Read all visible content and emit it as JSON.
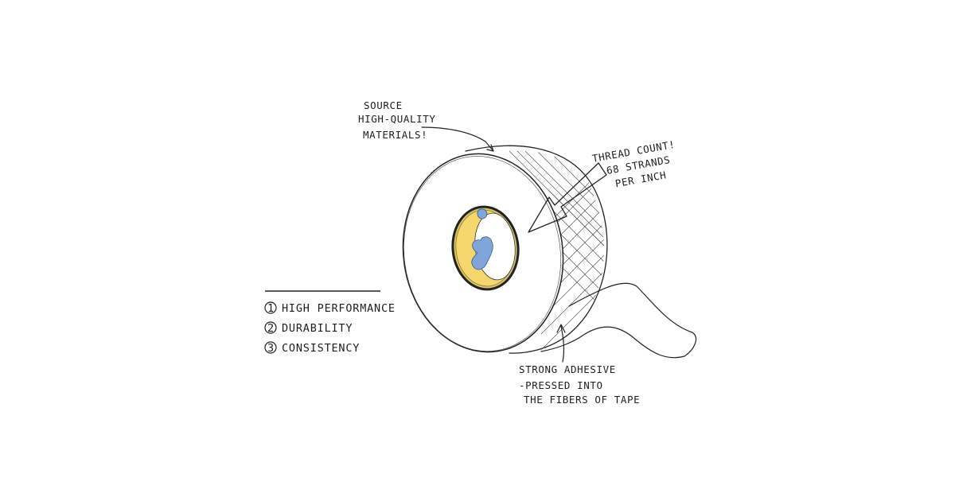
{
  "callouts": {
    "materials": [
      "SOURCE",
      "HIGH-QUALITY",
      "MATERIALS!"
    ],
    "thread_count": [
      "THREAD COUNT!",
      "68 STRANDS",
      "PER INCH"
    ],
    "adhesive": [
      "STRONG ADHESIVE",
      "-PRESSED INTO",
      "THE FIBERS OF TAPE"
    ]
  },
  "features": [
    {
      "number": "1",
      "label": "HIGH PERFORMANCE"
    },
    {
      "number": "2",
      "label": "DURABILITY"
    },
    {
      "number": "3",
      "label": "CONSISTENCY"
    }
  ],
  "colors": {
    "ink": "#222222",
    "core_yellow": "#f5d76e",
    "core_blue": "#7ea6d8"
  }
}
